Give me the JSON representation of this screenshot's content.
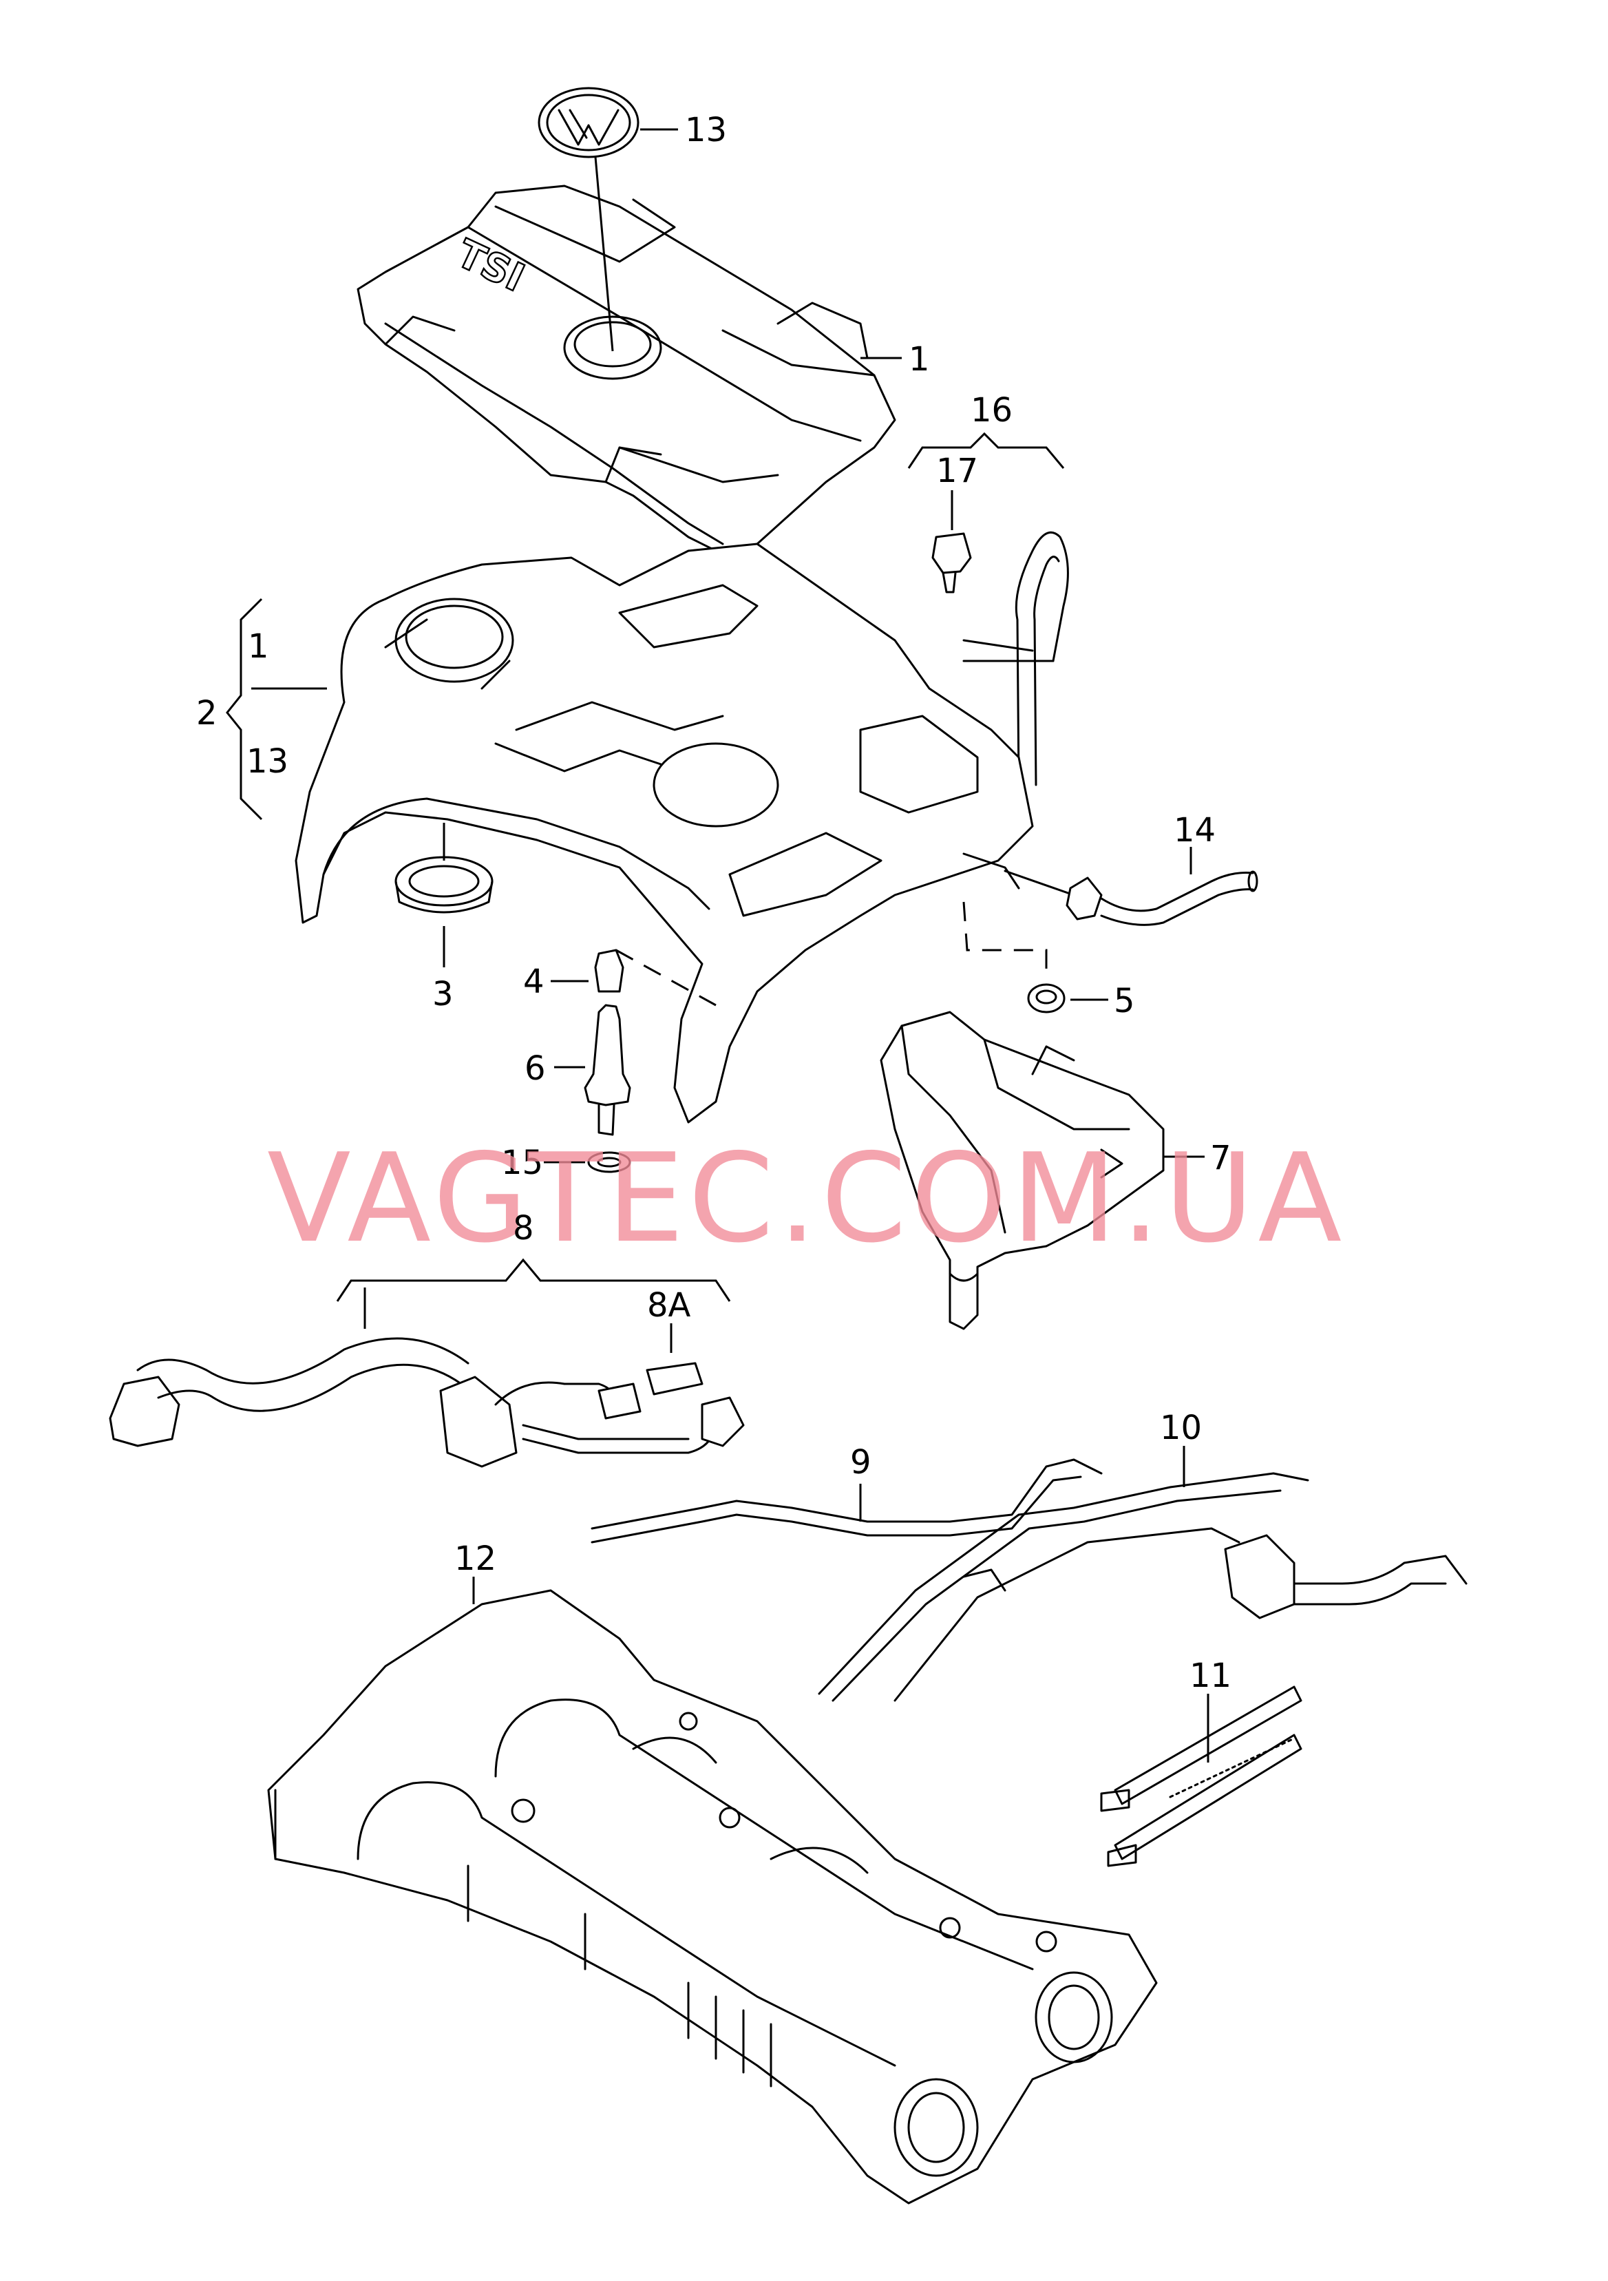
{
  "watermark": "VAGTEC.COM.UA",
  "emblem_text": "TSI",
  "callouts": {
    "c1_top": "1",
    "c1_group": "1",
    "c2": "2",
    "c3": "3",
    "c4": "4",
    "c5": "5",
    "c6": "6",
    "c7": "7",
    "c8": "8",
    "c8a": "8A",
    "c9": "9",
    "c10": "10",
    "c11": "11",
    "c12": "12",
    "c13_top": "13",
    "c13_group": "13",
    "c14": "14",
    "c15": "15",
    "c16": "16",
    "c17": "17"
  },
  "colors": {
    "line": "#000000",
    "watermark": "#f28b98",
    "background": "#ffffff"
  }
}
